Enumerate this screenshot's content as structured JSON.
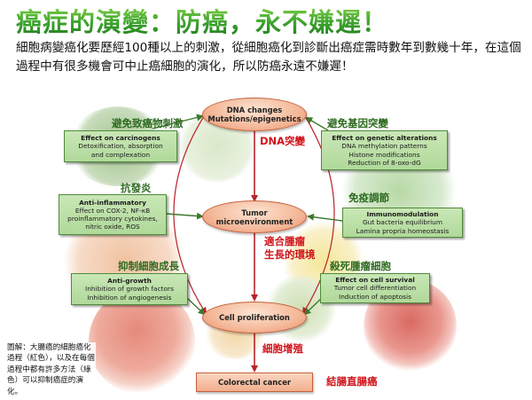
{
  "title": "癌症的演變：防癌，永不嫌遲！",
  "intro": "細胞病變癌化要歷經100種以上的刺激，從細胞癌化到診斷出癌症需時數年到數幾十年，在這個過程中有很多機會可中止癌細胞的演化，所以防癌永遠不嫌遲！",
  "stages": {
    "dna": {
      "line1": "DNA changes",
      "line2": "Mutations/epigenetics"
    },
    "tumor": {
      "line1": "Tumor",
      "line2": "microenvironment"
    },
    "prolif": {
      "line1": "Cell proliferation"
    },
    "crc": {
      "line1": "Colorectal cancer"
    }
  },
  "boxes": {
    "carcinogens": {
      "heading": "Effect on carcinogens",
      "lines": [
        "Detoxification, absorption",
        "and complexation"
      ]
    },
    "genetic": {
      "heading": "Effect on genetic alterations",
      "lines": [
        "DNA methylation patterns",
        "Histone modifications",
        "Reduction of 8-oxo-dG"
      ]
    },
    "inflam": {
      "heading": "Anti-inflammatory",
      "lines": [
        "Effect on COX-2, NF-κB",
        "proinflammatory cytokines,",
        "nitric oxide, ROS"
      ]
    },
    "immuno": {
      "heading": "Immunomodulation",
      "lines": [
        "Gut bacteria equilibrium",
        "Lamina propria homeostasis"
      ]
    },
    "growth": {
      "heading": "Anti-growth",
      "lines": [
        "Inhibition of growth factors",
        "Inhibition of angiogenesis"
      ]
    },
    "survival": {
      "heading": "Effect on cell survival",
      "lines": [
        "Tumor cell differentiation",
        "Induction of apoptosis"
      ]
    }
  },
  "green_labels": {
    "avoid_carcinogen": "避免致癌物刺激",
    "avoid_mutation": "避免基因突變",
    "anti_inflammation": "抗發炎",
    "immune_regulation": "免疫調節",
    "inhibit_growth": "抑制細胞成長",
    "kill_tumor": "殺死腫瘤細胞"
  },
  "red_labels": {
    "dna_mutation": "DNA突變",
    "suitable_env_1": "適合腫瘤",
    "suitable_env_2": "生長的環境",
    "cell_proliferation": "細胞增殖",
    "colorectal_cancer": "結腸直腸癌"
  },
  "caption": "圖解：大腸癌的細胞癌化過程（紅色），以及在每個過程中都有許多方法（綠色）可以抑制癌症的演化。",
  "colors": {
    "title_green": "#3c9c2c",
    "stage_fill": "#f4b899",
    "box_fill": "#b0d99a",
    "red_label": "#d0141b",
    "green_label": "#2f6b21",
    "arrow_red": "#b8232a",
    "arrow_green": "#3d7a2a"
  }
}
